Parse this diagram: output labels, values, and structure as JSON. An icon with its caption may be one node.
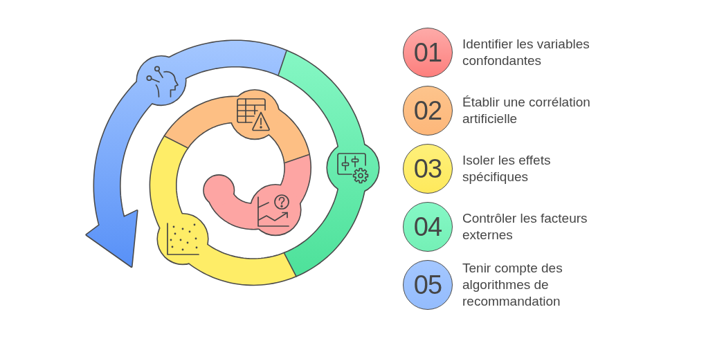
{
  "diagram": {
    "nodes": [
      {
        "text": [
          "01"
        ],
        "beside": [
          "Identifier les variables confondantes"
        ]
      },
      {
        "text": [
          "02"
        ],
        "beside": [
          "Établir une corrélation artificielle"
        ]
      },
      {
        "text": [
          "03"
        ],
        "beside": [
          "Isoler les effets spécifiques"
        ]
      },
      {
        "text": [
          "04"
        ],
        "beside": [
          "Contrôler les facteurs externes"
        ]
      },
      {
        "text": [
          "05"
        ],
        "beside": [
          "Tenir compte des algorithmes de recommandation"
        ]
      }
    ]
  }
}
